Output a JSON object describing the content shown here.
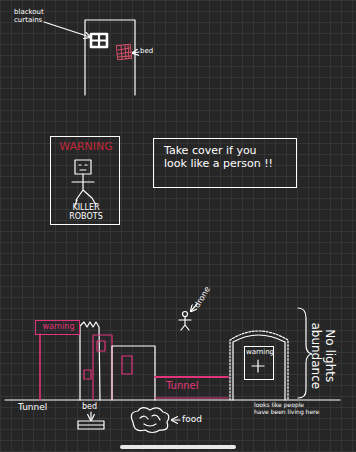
{
  "diagram": {
    "nodes": [
      {
        "text": [
          "WARNING",
          "KILLER ROBOTS"
        ]
      },
      {
        "text": [
          "Take cover if you look like a person !!"
        ]
      },
      {
        "text": [
          "warning"
        ]
      },
      {
        "text": [
          "warning"
        ]
      }
    ],
    "labels": [
      "blackout curtains",
      "bed",
      "drone",
      "Tunnel",
      "Tunnel",
      "bed",
      "food",
      "looks like people have been living here",
      "No lights abundance"
    ]
  }
}
